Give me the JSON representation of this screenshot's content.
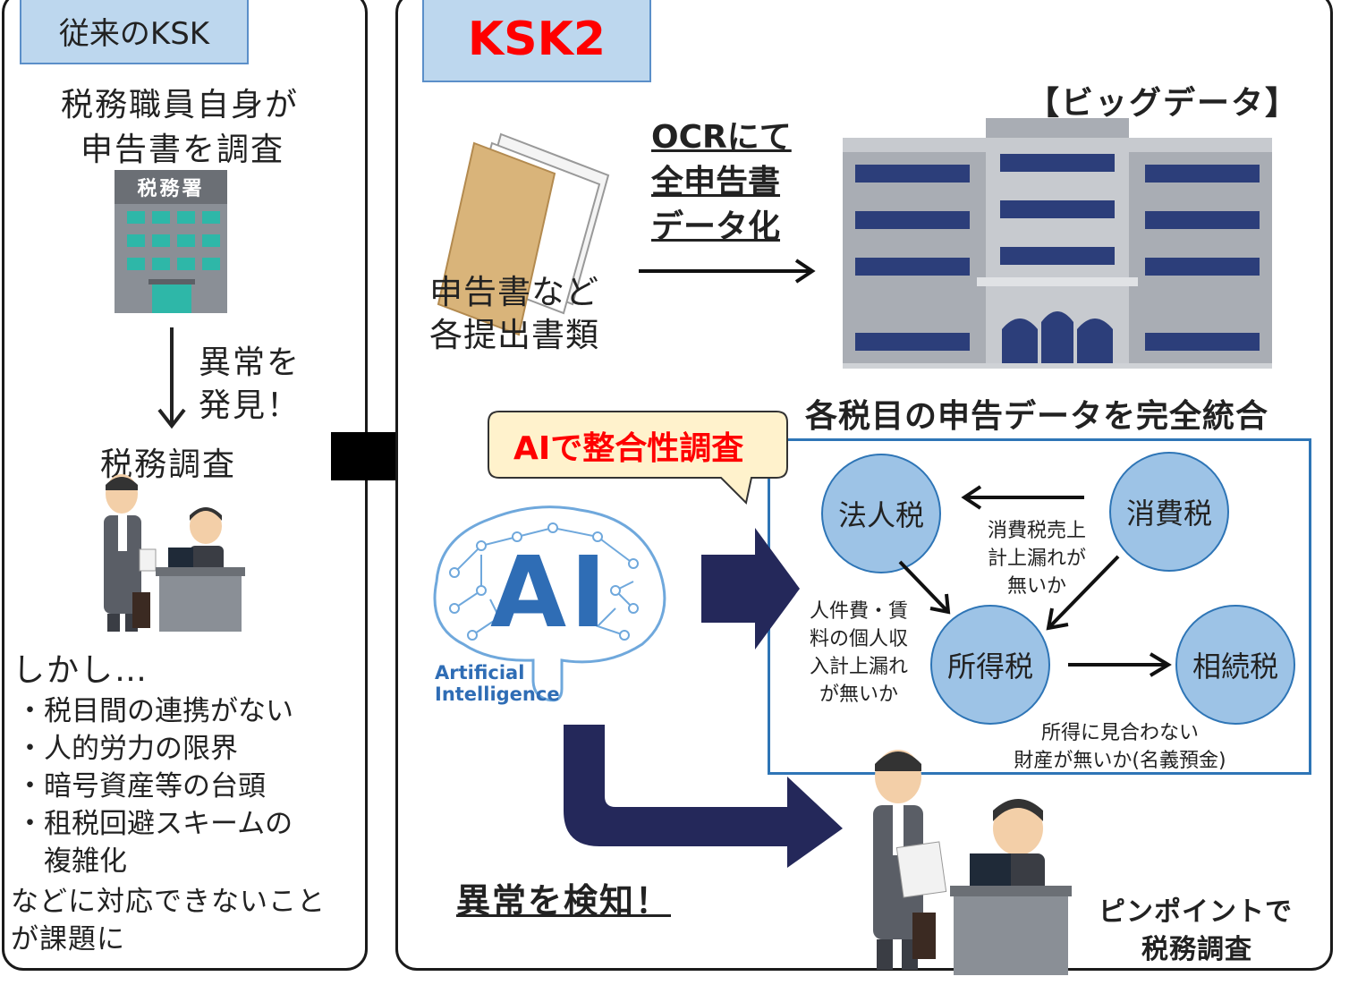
{
  "left": {
    "tag": "従来のKSK",
    "line1": "税務職員自身が",
    "line2": "申告書を調査",
    "office_sign": "税務署",
    "detect1": "異常を",
    "detect2": "発見！",
    "audit": "税務調査",
    "however": "しかし…",
    "issues": [
      "・税目間の連携がない",
      "・人的労力の限界",
      "・暗号資産等の台頭",
      "・租税回避スキームの",
      "　複雑化"
    ],
    "conclusion1": "などに対応できないこと",
    "conclusion2": "が課題に"
  },
  "right": {
    "tag": "KSK2",
    "bigdata": "【ビッグデータ】",
    "ocr1": "OCRにて",
    "ocr2": "全申告書",
    "ocr3": "データ化",
    "docs1": "申告書など",
    "docs2": "各提出書類",
    "integrate": "各税目の申告データを完全統合",
    "ai_bubble": "AIで整合性調査",
    "ai_label1": "Artificial",
    "ai_label2": "Intelligence",
    "ai_letters": "AI",
    "detect": "異常を検知！",
    "pinpoint1": "ピンポイントで",
    "pinpoint2": "税務調査"
  },
  "taxes": {
    "corporate": "法人税",
    "consumption": "消費税",
    "income": "所得税",
    "inheritance": "相続税"
  },
  "notes": {
    "consumption_note": [
      "消費税売上",
      "計上漏れが",
      "無いか"
    ],
    "personnel_note": [
      "人件費・賃",
      "料の個人収",
      "入計上漏れ",
      "が無いか"
    ],
    "inheritance_note": [
      "所得に見合わない",
      "財産が無いか(名義預金)"
    ]
  },
  "colors": {
    "tag_fill": "#bdd7ee",
    "red": "#ff0000",
    "navy": "#24285a",
    "circle": "#9dc3e6",
    "frame_blue": "#2e75b6"
  }
}
